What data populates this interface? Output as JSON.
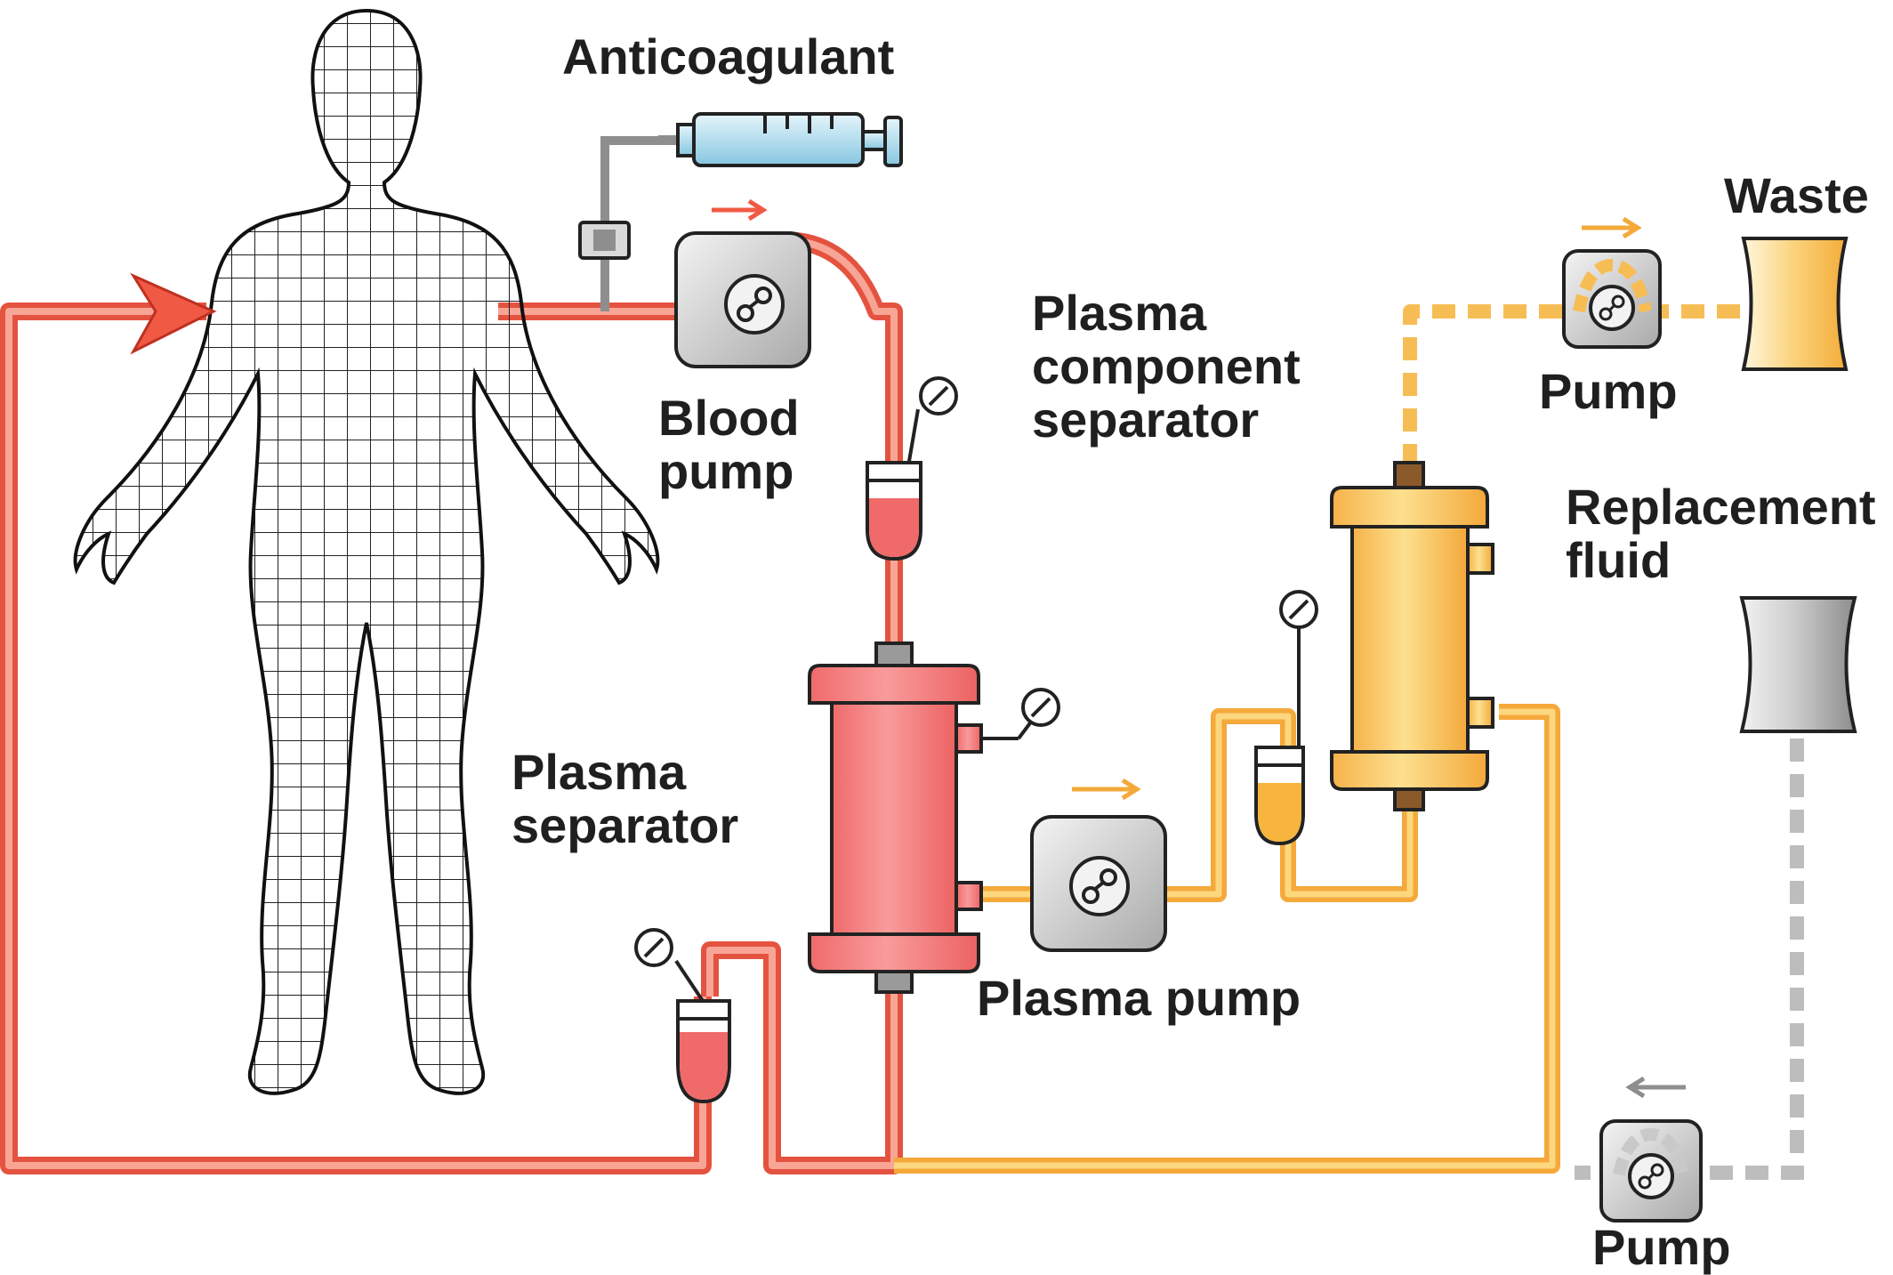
{
  "labels": {
    "anticoagulant": "Anticoagulant",
    "blood_pump": "Blood pump",
    "plasma_component_separator": "Plasma component separator",
    "waste": "Waste",
    "pump_top": "Pump",
    "replacement_fluid": "Replacement fluid",
    "plasma_separator": "Plasma separator",
    "plasma_pump": "Plasma pump",
    "pump_bottom": "Pump"
  },
  "colors": {
    "blood_line": "#f0624e",
    "blood_line_inner": "#f8a596",
    "plasma_line": "#f7b53d",
    "plasma_line_inner": "#fbd77e",
    "fluid_line": "#b7b7b7",
    "separator_red": "#f47b7b",
    "separator_orange": "#f9c04a",
    "pump_body": "#d9d9d9",
    "syringe": "#a8d8ec",
    "label_text": "#1f1f1f"
  },
  "icons": [
    "human-figure-icon",
    "syringe-icon",
    "peristaltic-pump-icon",
    "pressure-gauge-icon",
    "drip-chamber-icon",
    "filter-cartridge-icon",
    "fluid-bag-icon",
    "flow-arrow-icon"
  ]
}
